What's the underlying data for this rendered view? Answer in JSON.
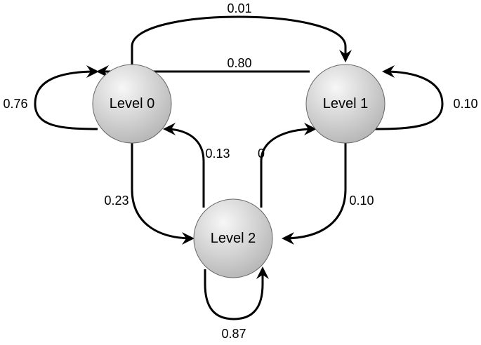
{
  "diagram": {
    "type": "state-transition",
    "colors": {
      "node_fill_light": "#f7f7f7",
      "node_fill_dark": "#b5b5b5",
      "node_stroke": "#666666",
      "edge": "#000000",
      "text": "#000000"
    },
    "nodes": [
      {
        "id": "level0",
        "label": "Level 0"
      },
      {
        "id": "level1",
        "label": "Level 1"
      },
      {
        "id": "level2",
        "label": "Level 2"
      }
    ],
    "edges": [
      {
        "from": "level0",
        "to": "level1",
        "label": "0.01"
      },
      {
        "from": "level1",
        "to": "level0",
        "label": "0.80"
      },
      {
        "from": "level0",
        "to": "level0",
        "label": "0.76"
      },
      {
        "from": "level1",
        "to": "level1",
        "label": "0.10"
      },
      {
        "from": "level0",
        "to": "level2",
        "label": "0.23"
      },
      {
        "from": "level2",
        "to": "level0",
        "label": "0.13"
      },
      {
        "from": "level2",
        "to": "level1",
        "label": "0"
      },
      {
        "from": "level1",
        "to": "level2",
        "label": "0.10"
      },
      {
        "from": "level2",
        "to": "level2",
        "label": "0.87"
      }
    ]
  }
}
